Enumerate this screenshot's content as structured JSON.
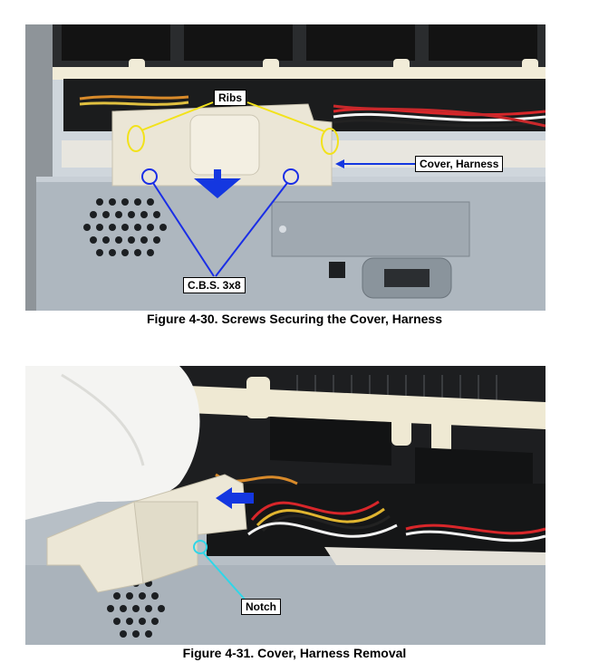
{
  "figure1": {
    "caption": "Figure 4-30. Screws Securing the Cover, Harness",
    "callouts": {
      "ribs": "Ribs",
      "cover_harness": "Cover, Harness",
      "cbs": "C.B.S. 3x8"
    }
  },
  "figure2": {
    "caption": "Figure 4-31. Cover, Harness Removal",
    "callouts": {
      "notch": "Notch"
    }
  },
  "colors": {
    "rib_marker": "#f2e21b",
    "screw_marker": "#1a2ee6",
    "notch_marker": "#2fd6e8",
    "arrow": "#1437e0"
  }
}
